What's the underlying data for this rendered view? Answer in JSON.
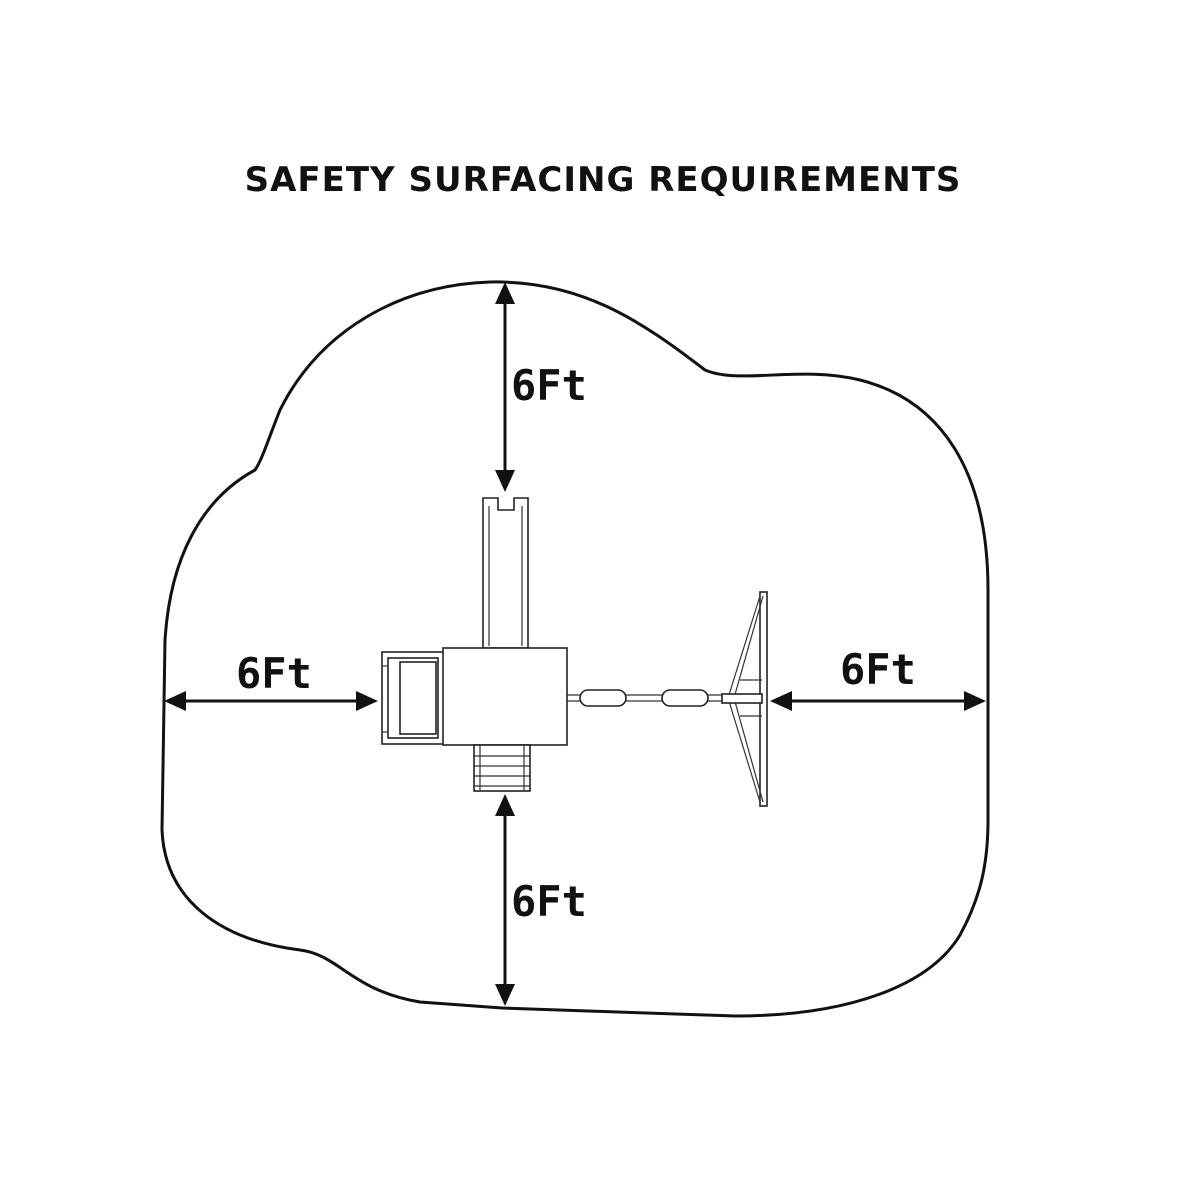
{
  "diagram": {
    "title": "SAFETY SURFACING REQUIREMENTS",
    "clearances": {
      "top": "6Ft",
      "left": "6Ft",
      "right": "6Ft",
      "bottom": "6Ft"
    },
    "colors": {
      "line": "#111111",
      "background": "#ffffff"
    }
  }
}
